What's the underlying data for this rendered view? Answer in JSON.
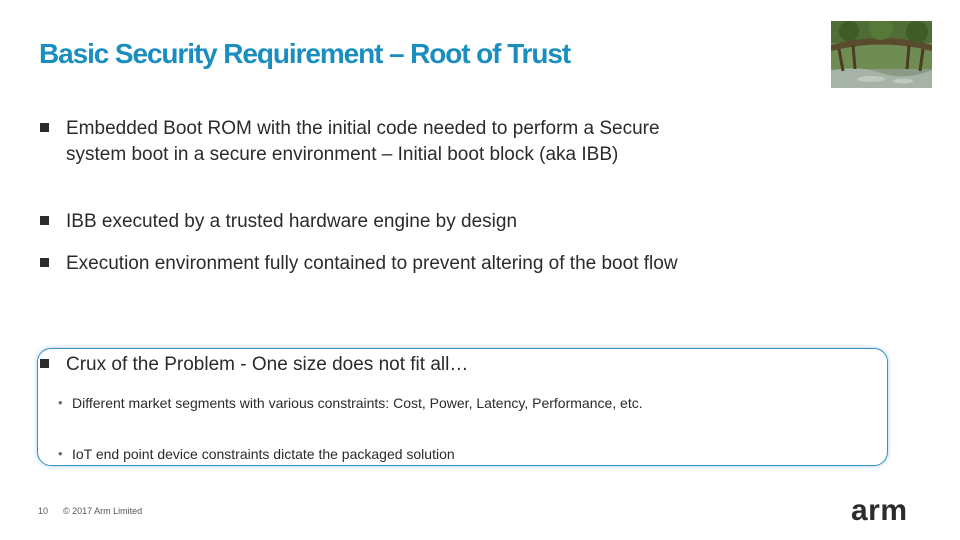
{
  "slide": {
    "title": "Basic Security Requirement – Root of Trust",
    "bullets": [
      "Embedded  Boot ROM with the initial code needed to perform a Secure system boot in a secure environment – Initial boot block (aka IBB)",
      "IBB executed by a trusted hardware engine by design",
      "Execution environment fully contained to prevent altering of the boot flow",
      "Crux of the Problem - One size does not fit all…"
    ],
    "sub_bullets": [
      "Different market segments with various constraints: Cost, Power, Latency, Performance, etc.",
      "IoT end point device constraints dictate the packaged solution"
    ],
    "footer": {
      "page_number": "10",
      "copyright": "© 2017 Arm Limited",
      "logo_text": "arm"
    },
    "colors": {
      "title": "#1b8ec0",
      "box_border": "#3a8fc6",
      "body_text": "#2b2b2b"
    },
    "image": {
      "description_icon": "photo-living-root-bridge"
    }
  }
}
